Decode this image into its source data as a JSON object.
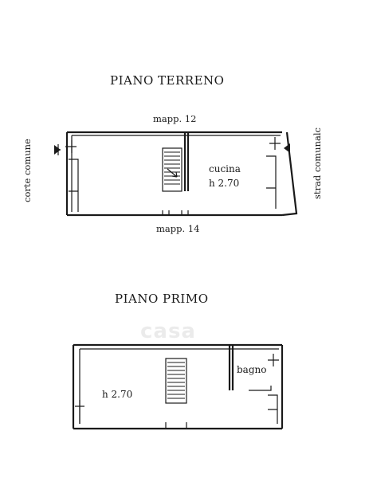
{
  "ground_floor": {
    "title": "PIANO TERRENO",
    "north_label": "mapp. 12",
    "south_label": "mapp. 14",
    "west_label": "corte comune",
    "east_label": "strad comunalc",
    "room_name": "cucina",
    "room_height": "h 2.70"
  },
  "first_floor": {
    "title": "PIANO PRIMO",
    "room_height": "h 2.70",
    "bath_name": "bagno"
  },
  "watermark": {
    "text": "casa"
  }
}
